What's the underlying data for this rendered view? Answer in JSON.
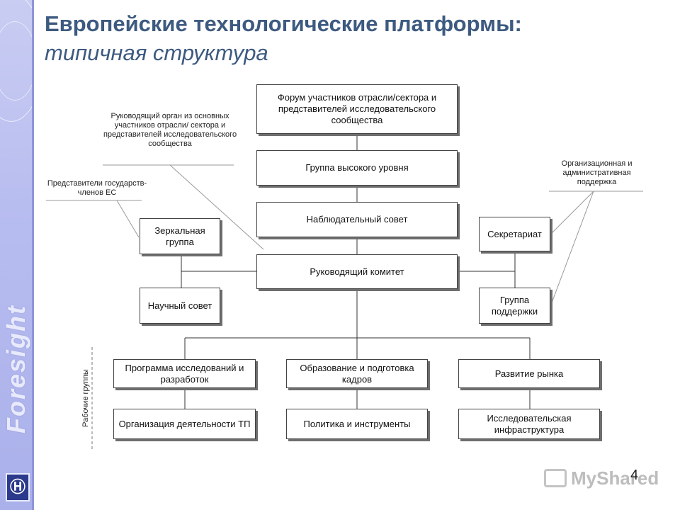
{
  "slide": {
    "title_line1": "Европейские технологические платформы:",
    "title_line2": "типичная структура",
    "page_number": "4",
    "sidebar_brand": "Foresight",
    "watermark": "MyShared"
  },
  "diagram": {
    "forum": "Форум участников отрасли/сектора и представителей исследовательского сообщества",
    "high_level_group": "Группа высокого уровня",
    "supervisory_board": "Наблюдательный совет",
    "steering_committee": "Руководящий комитет",
    "mirror_group": "Зеркальная группа",
    "scientific_council": "Научный совет",
    "secretariat": "Секретариат",
    "support_group": "Группа поддержки",
    "working_groups_label": "Рабочие группы",
    "wg_research": "Программа исследований и разработок",
    "wg_education": "Образование и подготовка кадров",
    "wg_market": "Развитие рынка",
    "wg_organization": "Организация деятельности ТП",
    "wg_policy": "Политика и инструменты",
    "wg_infrastructure": "Исследовательская инфраструктура",
    "note_governing": "Руководящий орган из основных участников отрасли/ сектора и представителей исследовательского сообщества",
    "note_member_states": "Представители государств-членов ЕС",
    "note_admin_support": "Организационная и административная поддержка"
  }
}
